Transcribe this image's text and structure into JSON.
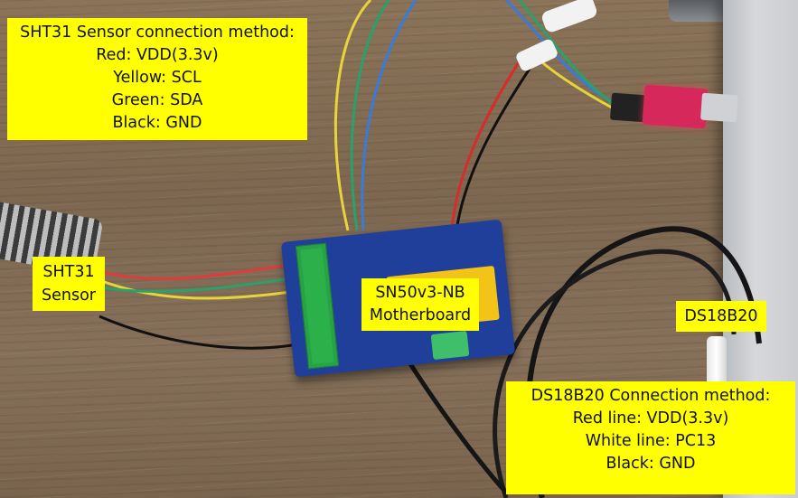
{
  "annotations": {
    "sht31_method": {
      "title": "SHT31 Sensor connection method:",
      "lines": [
        "Red: VDD(3.3v)",
        "Yellow: SCL",
        "Green: SDA",
        "Black: GND"
      ]
    },
    "sht31_sensor": {
      "lines": [
        "SHT31",
        "Sensor"
      ]
    },
    "motherboard": {
      "lines": [
        "SN50v3-NB",
        "Motherboard"
      ]
    },
    "ds18b20": {
      "label": "DS18B20"
    },
    "ds18b20_method": {
      "title": "DS18B20 Connection method:",
      "lines": [
        "Red line: VDD(3.3v)",
        "White line: PC13",
        "Black: GND"
      ]
    }
  },
  "colors": {
    "label_background": "#ffff00",
    "board_blue": "#1f3f9a",
    "terminal_green": "#2bb04a",
    "wood": "#7d6750"
  }
}
